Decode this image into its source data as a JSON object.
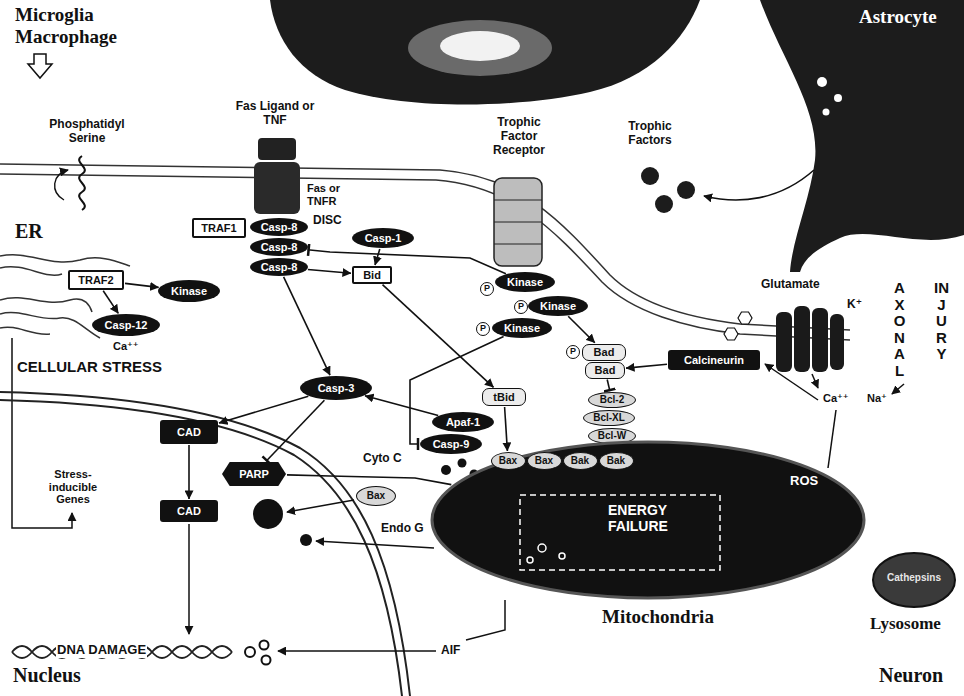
{
  "diagram": {
    "nodes": [
      {
        "text": [
          "TRAF1"
        ]
      },
      {
        "text": [
          "Casp-8"
        ]
      },
      {
        "text": [
          "Casp-8"
        ]
      },
      {
        "text": [
          "Casp-8"
        ]
      },
      {
        "text": [
          "Casp-1"
        ]
      },
      {
        "text": [
          "TRAF2"
        ]
      },
      {
        "text": [
          "Kinase"
        ]
      },
      {
        "text": [
          "Kinase"
        ]
      },
      {
        "text": [
          "Kinase"
        ]
      },
      {
        "text": [
          "Bid"
        ]
      },
      {
        "text": [
          "Kinase"
        ]
      },
      {
        "text": [
          "Casp-12"
        ]
      },
      {
        "text": [
          "Bad"
        ]
      },
      {
        "text": [
          "Bad"
        ]
      },
      {
        "text": [
          "Calcineurin"
        ]
      },
      {
        "text": [
          "Casp-3"
        ]
      },
      {
        "text": [
          "tBid"
        ]
      },
      {
        "text": [
          "Bcl-2"
        ]
      },
      {
        "text": [
          "Apaf-1"
        ]
      },
      {
        "text": [
          "CAD"
        ]
      },
      {
        "text": [
          "Bcl-XL"
        ]
      },
      {
        "text": [
          "Bcl-W"
        ]
      },
      {
        "text": [
          "Casp-9"
        ]
      },
      {
        "text": [
          "ROS",
          "ENERGY FAILURE",
          "Mitochondria"
        ]
      },
      {
        "text": [
          "Bax"
        ],
        "in": 23
      },
      {
        "text": [
          "Bax"
        ],
        "in": 23
      },
      {
        "text": [
          "Bak"
        ],
        "in": 23
      },
      {
        "text": [
          "Bak"
        ],
        "in": 23
      },
      {
        "text": [
          "PARP"
        ]
      },
      {
        "text": [
          "Bax"
        ]
      },
      {
        "text": [
          "CAD"
        ]
      },
      {
        "text": [
          "Cathepsins",
          "Lysosome"
        ]
      }
    ],
    "edges": [
      {
        "from": 5,
        "to": 6,
        "arrow": "to"
      },
      {
        "from": 5,
        "to": 11,
        "arrow": "to"
      },
      {
        "from": 7,
        "to": 2,
        "arrow": "to"
      },
      {
        "from": 4,
        "to": 9,
        "arrow": "to"
      },
      {
        "from": 3,
        "to": 9,
        "arrow": "to"
      },
      {
        "from": 3,
        "to": 15,
        "arrow": "to"
      },
      {
        "from": 9,
        "to": 16,
        "arrow": "to"
      },
      {
        "from": 10,
        "to": 22,
        "arrow": "to"
      },
      {
        "from": 8,
        "to": 12,
        "arrow": "to"
      },
      {
        "from": 14,
        "to": 13,
        "arrow": "to"
      },
      {
        "from": 13,
        "to": 17,
        "arrow": "to"
      },
      {
        "from": 18,
        "to": 15,
        "arrow": "to"
      },
      {
        "from": 15,
        "to": 19,
        "arrow": "to"
      },
      {
        "from": 19,
        "to": 30,
        "arrow": "to"
      },
      {
        "from": 15,
        "to": 28,
        "arrow": "to"
      },
      {
        "from": 16,
        "to": 24,
        "arrow": "to"
      },
      {
        "from": 21,
        "to": 27,
        "arrow": "to"
      },
      {
        "from": 28,
        "to": 23,
        "arrow": "none"
      }
    ],
    "labels": [
      "Microglia Macrophage",
      "Astrocyte",
      "Phosphatidyl Serine",
      "Fas Ligand or TNF",
      "Fas or TNFR",
      "Trophic Factor Receptor",
      "Trophic Factors",
      "DISC",
      "ER",
      "Glutamate",
      "K⁺",
      "P",
      "P",
      "P",
      "Ca⁺⁺",
      "CELLULAR STRESS",
      "AXONAL",
      "INJURY",
      "P",
      "Ca⁺⁺",
      "Na⁺",
      "Cyto C",
      "Stress-inducible Genes",
      "Endo G",
      "DNA DAMAGE",
      "AIF",
      "Nucleus",
      "Neuron"
    ]
  }
}
